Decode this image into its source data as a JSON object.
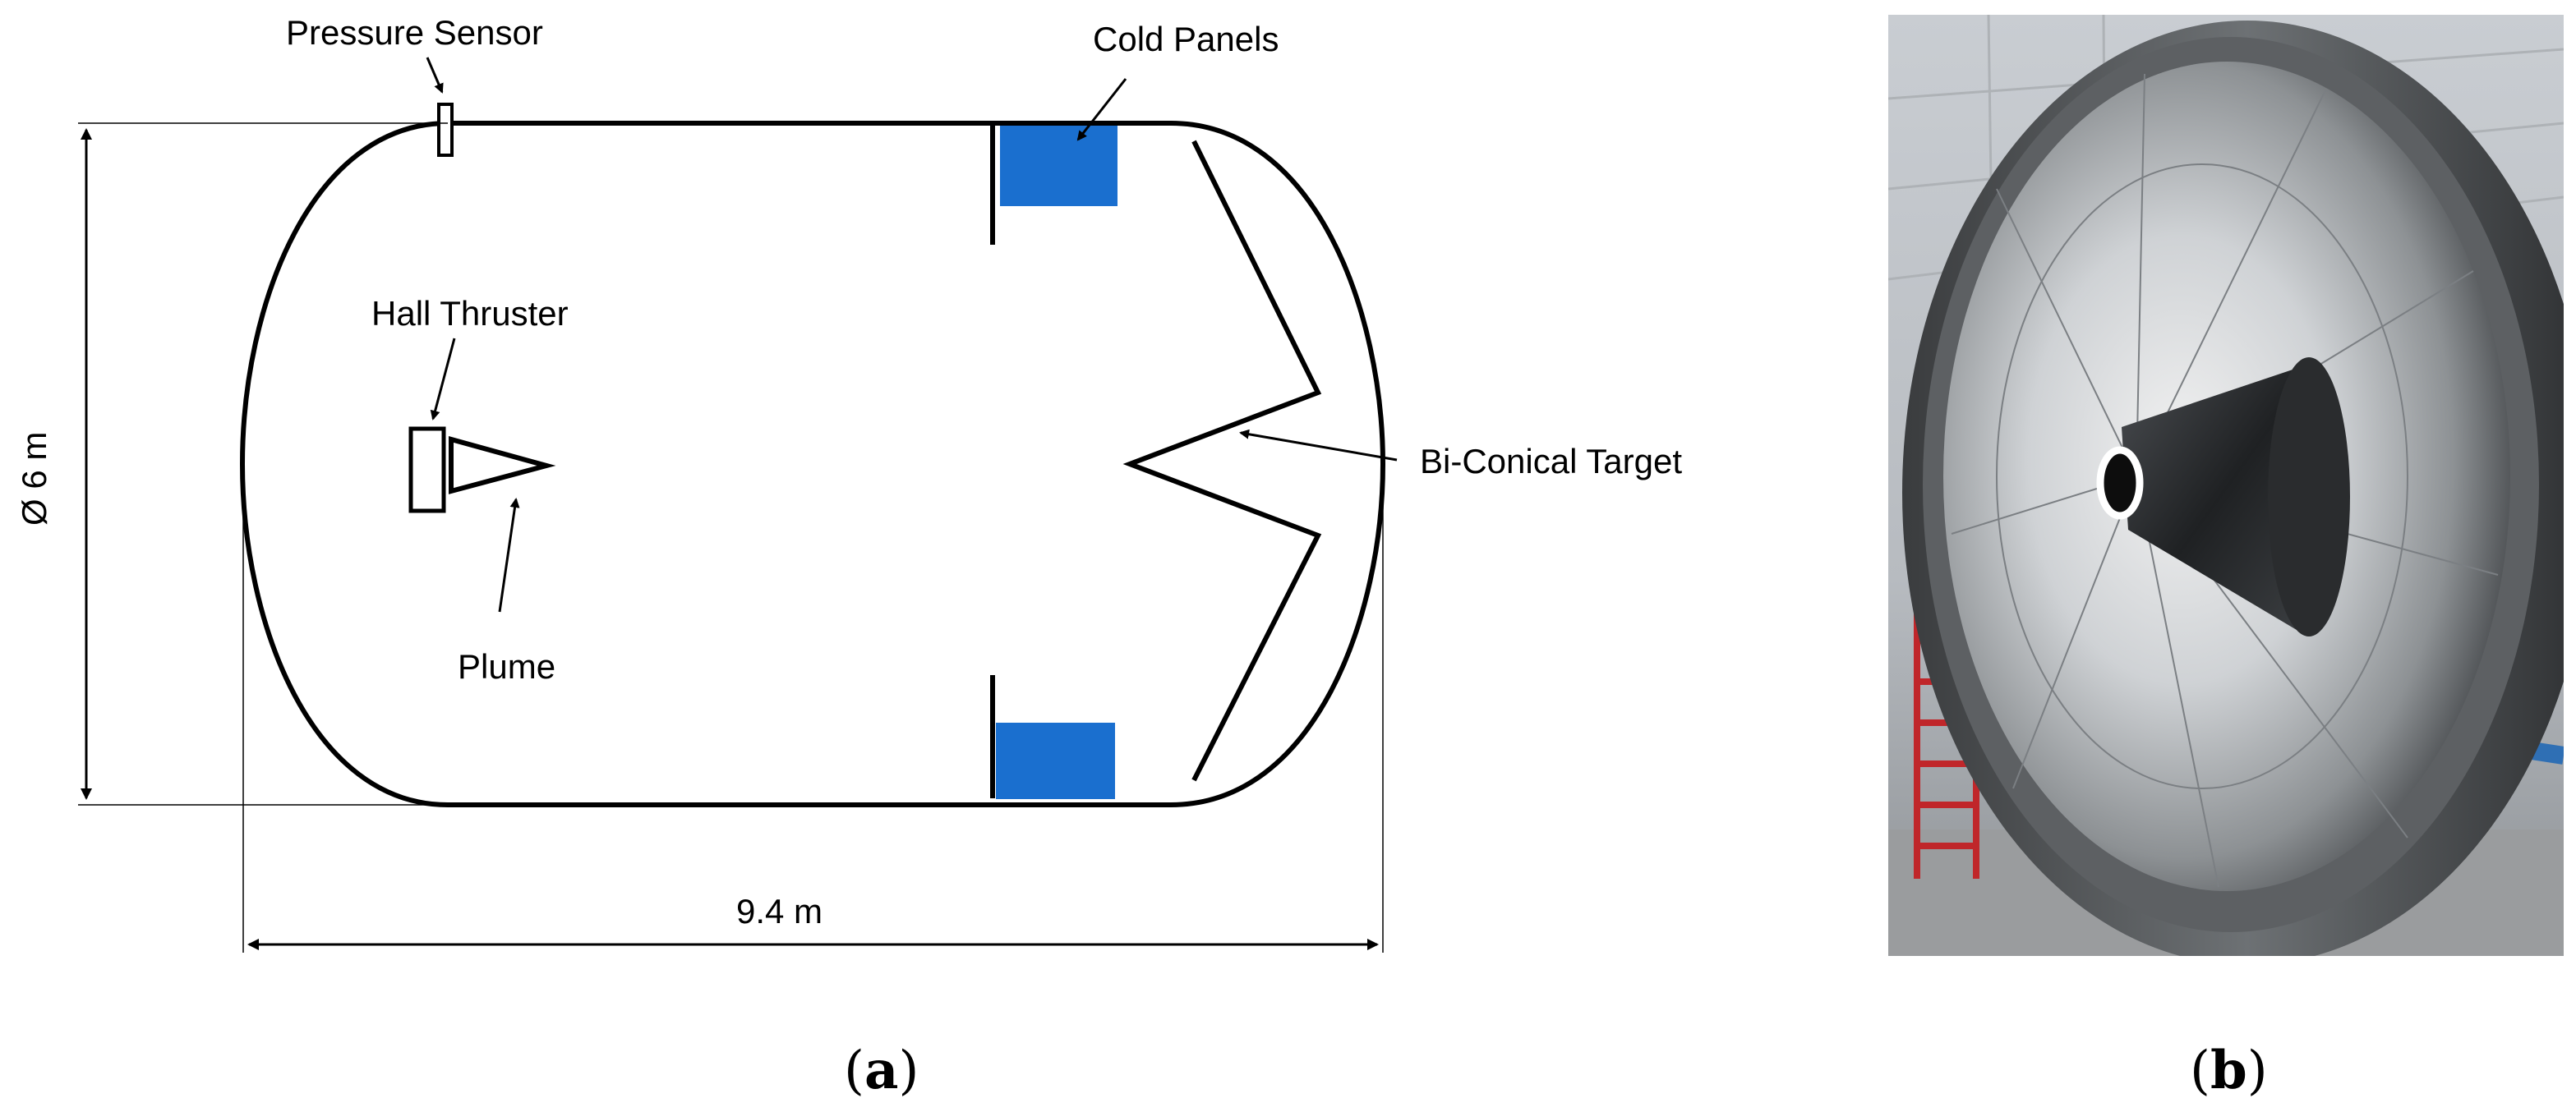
{
  "labels": {
    "pressure_sensor": "Pressure Sensor",
    "cold_panels": "Cold Panels",
    "hall_thruster": "Hall Thruster",
    "plume": "Plume",
    "bi_conical_target": "Bi-Conical Target",
    "diameter": "Ø 6 m",
    "length": "9.4 m"
  },
  "captions": {
    "a_open": "(",
    "a_letter": "a",
    "a_close": ")",
    "b_open": "(",
    "b_letter": "b",
    "b_close": ")"
  },
  "colors": {
    "cold_panel_fill": "#1a6fcf",
    "outline": "#000000",
    "dimension_line": "#000000"
  }
}
